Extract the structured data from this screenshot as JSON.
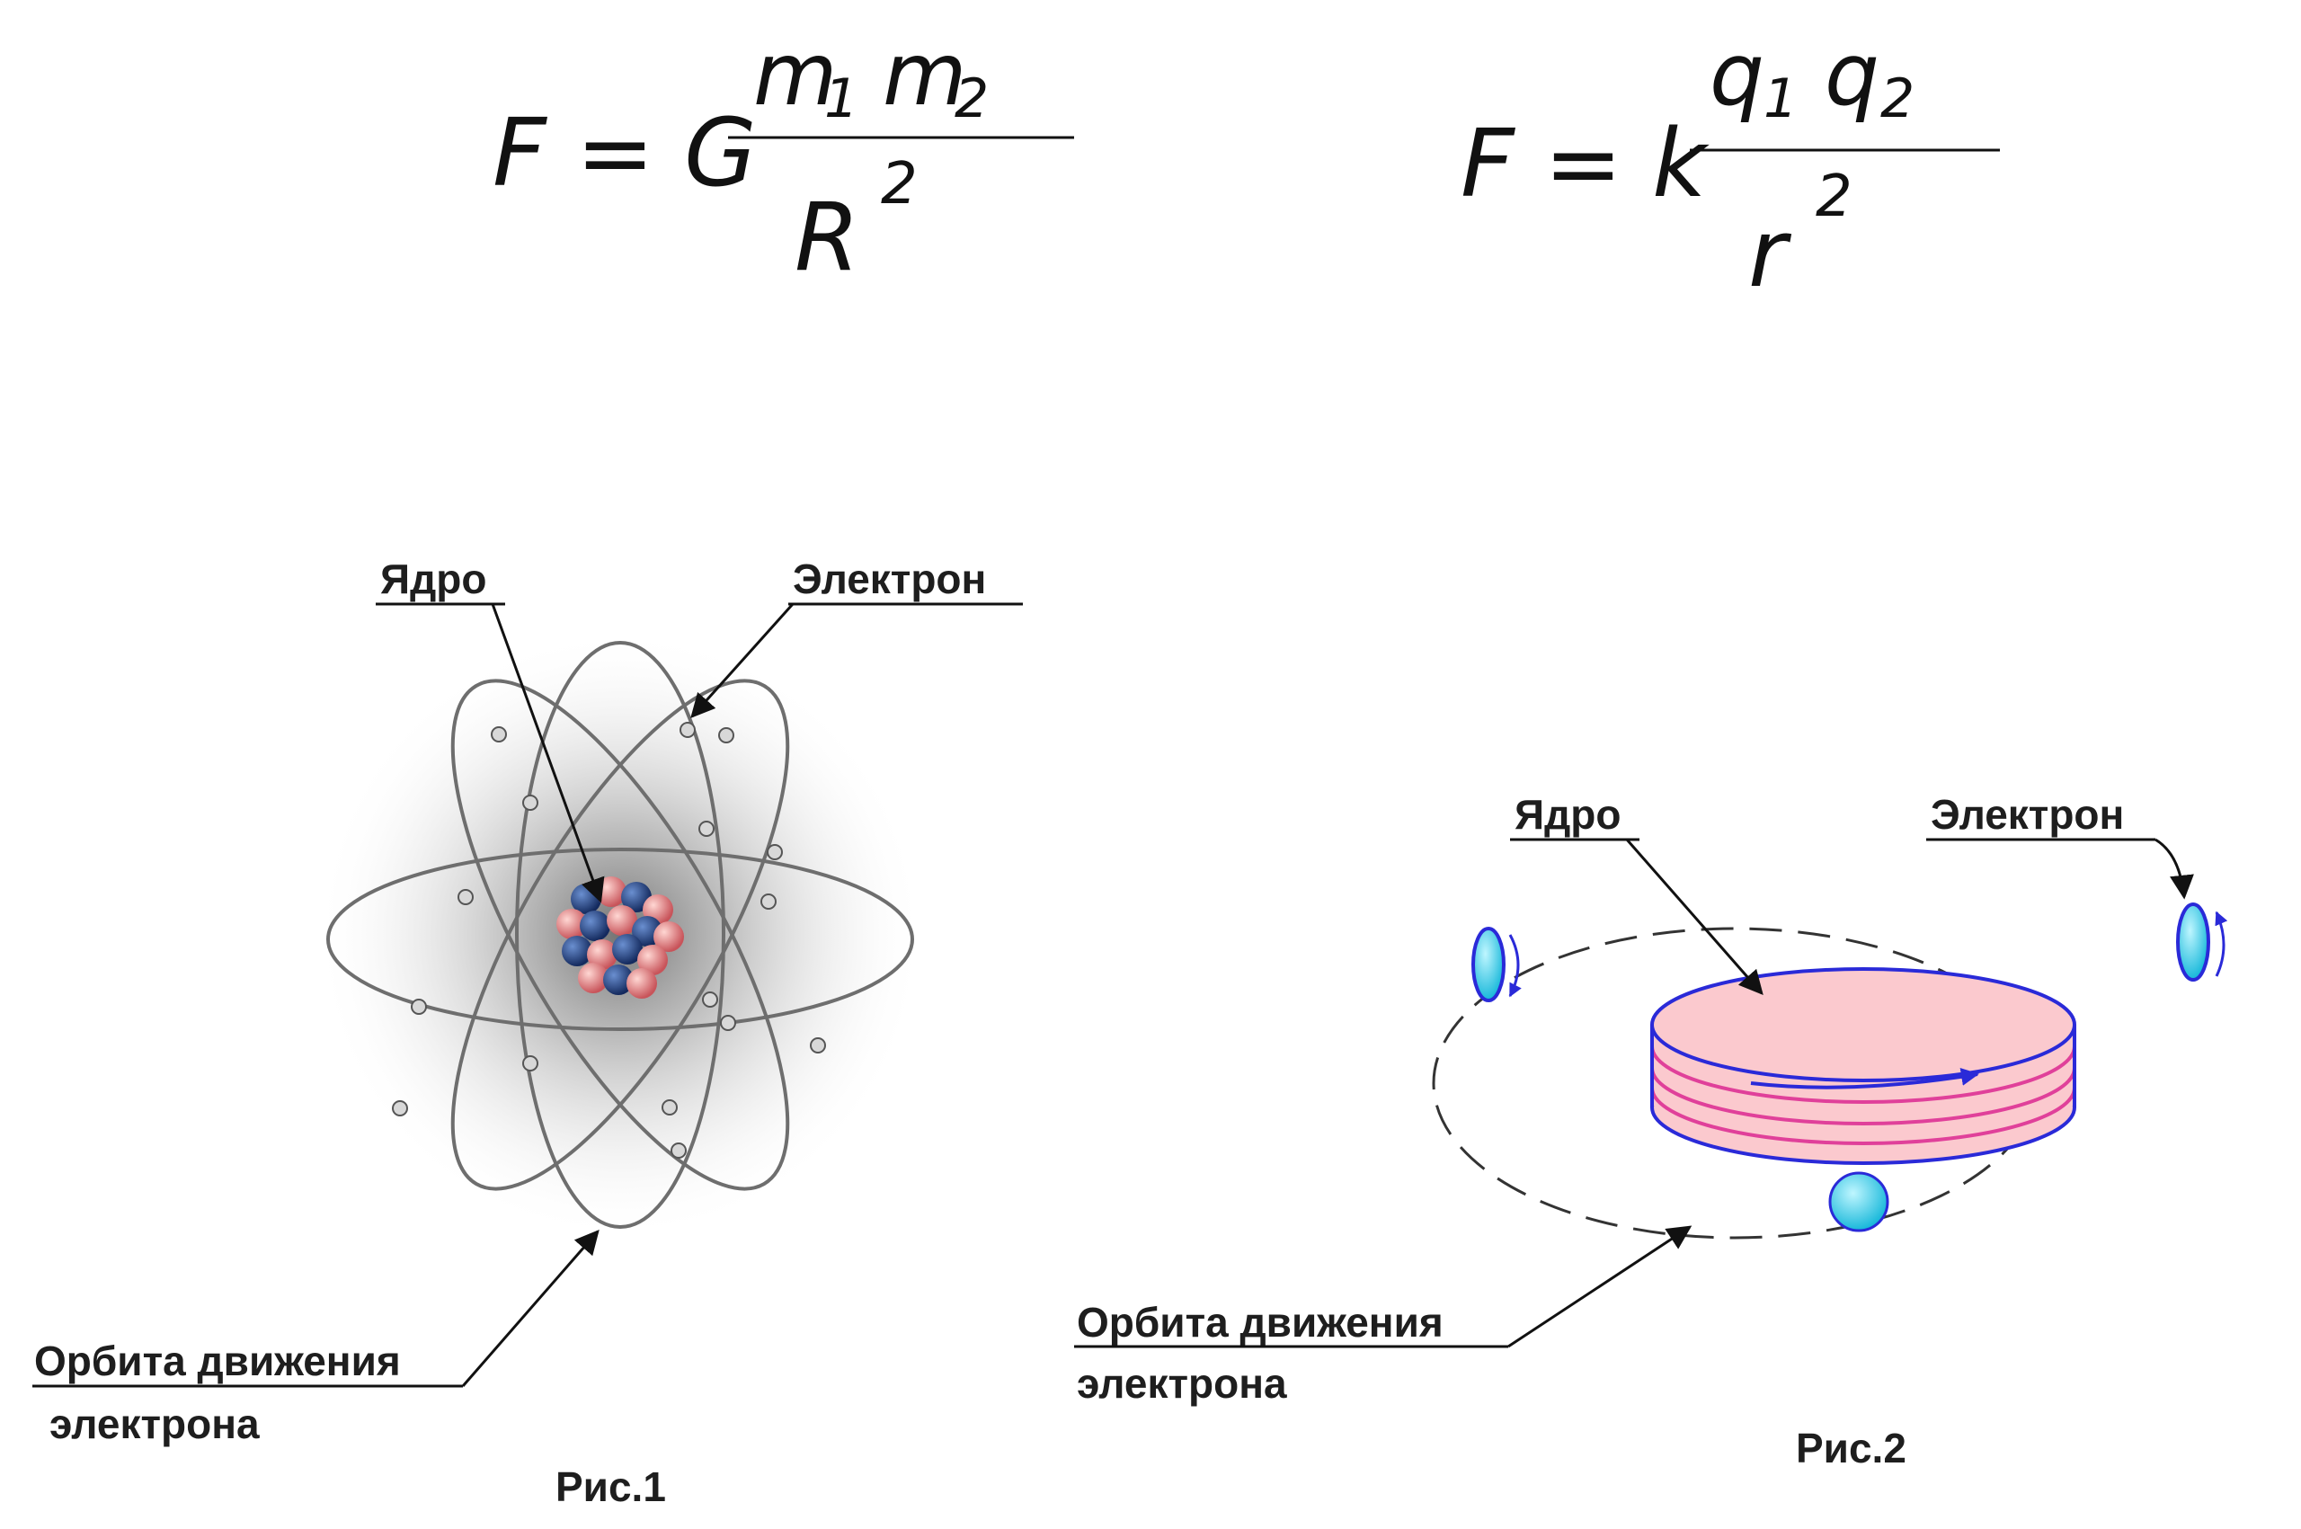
{
  "formulas": {
    "gravity": {
      "lhs": "F = G",
      "num_a": "m",
      "num_a_sub": "1",
      "num_b": "m",
      "num_b_sub": "2",
      "den": "R",
      "den_exp": "2"
    },
    "coulomb": {
      "lhs": "F = k",
      "num_a": "q",
      "num_a_sub": "1",
      "num_b": "q",
      "num_b_sub": "2",
      "den": "r",
      "den_exp": "2"
    }
  },
  "figure1": {
    "nucleus_label": "Ядро",
    "electron_label": "Электрон",
    "orbit_label_line1": "Орбита движения",
    "orbit_label_line2": "электрона",
    "caption": "Рис.1"
  },
  "figure2": {
    "nucleus_label": "Ядро",
    "electron_label": "Электрон",
    "orbit_label_line1": "Орбита движения",
    "orbit_label_line2": "электрона",
    "caption": "Рис.2"
  },
  "colors": {
    "nucleus_red": "#e07a78",
    "nucleus_blue": "#1c3f86",
    "disc_pink": "#fbc9ce",
    "disc_edge": "#2a2ad8",
    "disc_stripe": "#e0409a",
    "electron_cyan": "#2ad2ee"
  }
}
